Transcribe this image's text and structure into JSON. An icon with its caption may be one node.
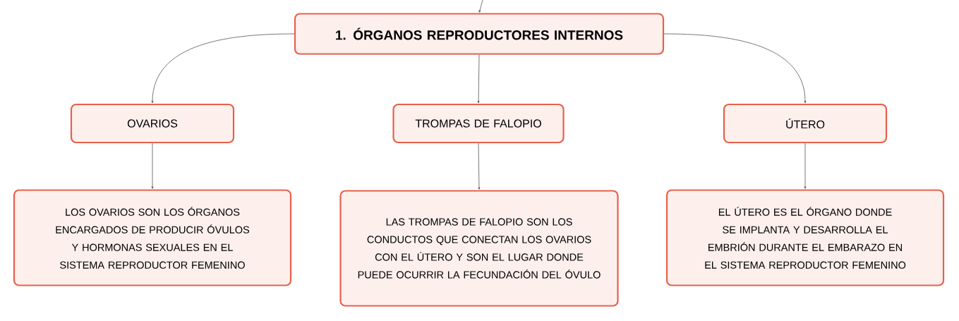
{
  "diagram": {
    "nodes": [
      {
        "text": [
          "1. ÓRGANOS REPRODUCTORES INTERNOS"
        ]
      },
      {
        "text": [
          "OVARIOS"
        ]
      },
      {
        "text": [
          "TROMPAS DE FALOPIO"
        ]
      },
      {
        "text": [
          "ÚTERO"
        ]
      },
      {
        "text": [
          "LOS OVARIOS SON LOS ÓRGANOS ENCARGADOS DE PRODUCIR ÓVULOS Y HORMONAS SEXUALES EN EL SISTEMA REPRODUCTOR FEMENINO"
        ]
      },
      {
        "text": [
          "LAS TROMPAS DE FALOPIO SON LOS CONDUCTOS QUE CONECTAN LOS OVARIOS CON EL ÚTERO Y SON EL LUGAR DONDE PUEDE OCURRIR LA FECUNDACIÓN DEL ÓVULO"
        ]
      },
      {
        "text": [
          "EL ÚTERO ES EL ÓRGANO DONDE SE IMPLANTA Y DESARROLLA EL EMBRIÓN DURANTE EL EMBARAZO EN EL SISTEMA REPRODUCTOR FEMENINO"
        ]
      }
    ],
    "edges": [
      {
        "from": null,
        "to": 0,
        "arrow": "to"
      },
      {
        "from": 0,
        "to": 1,
        "arrow": "to"
      },
      {
        "from": 0,
        "to": 2,
        "arrow": "to"
      },
      {
        "from": 0,
        "to": 3,
        "arrow": "to"
      },
      {
        "from": 1,
        "to": 4,
        "arrow": "to"
      },
      {
        "from": 2,
        "to": 5,
        "arrow": "to"
      },
      {
        "from": 3,
        "to": 6,
        "arrow": "to"
      }
    ]
  }
}
